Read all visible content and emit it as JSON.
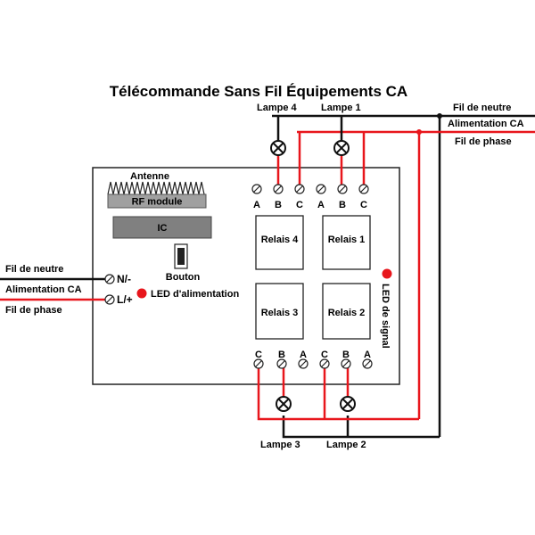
{
  "title": "Télécommande Sans Fil Équipements CA",
  "board": {
    "antenna_label": "Antenne",
    "rf_module_label": "RF module",
    "ic_label": "IC",
    "button_label": "Bouton",
    "power_led_label": "LED d'alimentation",
    "signal_led_label": "LED de signal",
    "terminal_n_label": "N/-",
    "terminal_l_label": "L/+"
  },
  "relays": [
    {
      "label": "Relais 4"
    },
    {
      "label": "Relais 1"
    },
    {
      "label": "Relais 3"
    },
    {
      "label": "Relais 2"
    }
  ],
  "top_terminals": [
    "A",
    "B",
    "C",
    "A",
    "B",
    "C"
  ],
  "bottom_terminals": [
    "C",
    "B",
    "A",
    "C",
    "B",
    "A"
  ],
  "lamps": {
    "lamp4": "Lampe 4",
    "lamp1": "Lampe 1",
    "lamp3": "Lampe 3",
    "lamp2": "Lampe 2"
  },
  "left_wires": {
    "neutral": "Fil de neutre",
    "supply": "Alimentation CA",
    "phase": "Fil de phase"
  },
  "right_wires": {
    "neutral": "Fil de neutre",
    "supply": "Alimentation CA",
    "phase": "Fil de phase"
  },
  "colors": {
    "neutral_wire": "#111111",
    "phase_wire": "#e8161c",
    "led": "#e8161c",
    "ic_fill": "#808080",
    "rf_fill": "#a0a0a0"
  }
}
